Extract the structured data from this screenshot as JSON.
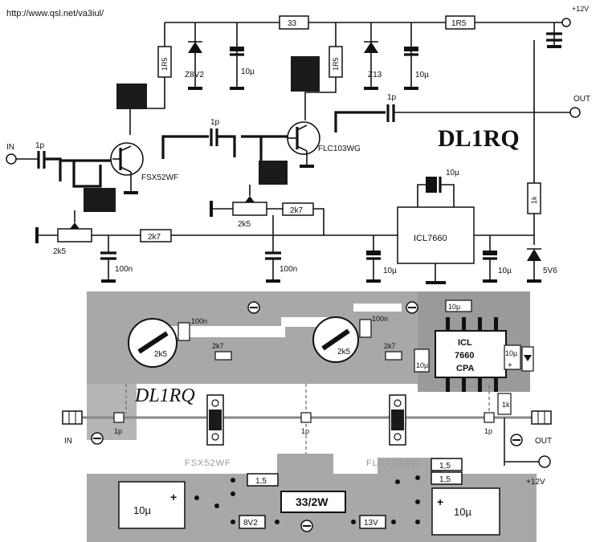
{
  "header": {
    "url": "http://www.qsl.net/va3iul/"
  },
  "schematic": {
    "title": "DL1RQ",
    "terminals": {
      "in": "IN",
      "out": "OUT",
      "vcc": "+12V"
    },
    "transistors": {
      "q1": "FSX52WF",
      "q2": "FLC103WG"
    },
    "resistors": {
      "r_33": "33",
      "r_1r5_right": "1R5",
      "r_1r5_q1": "1R5",
      "r_1r5_q2": "1R5",
      "r_2k7_mid": "2k7",
      "r_2k7_bottom": "2k7",
      "r_1k": "1k"
    },
    "pots": {
      "p1": "2k5",
      "p2": "2k5"
    },
    "zeners": {
      "z1": "Z8V2",
      "z2": "Z13",
      "z3": "5V6"
    },
    "capacitors": {
      "c_in": "1p",
      "c_mid": "1p",
      "c_out": "1p",
      "c_z1": "10µ",
      "c_z2": "10µ",
      "c_icl_top": "10µ",
      "c_icl_left": "10µ",
      "c_icl_right": "10µ",
      "c_100n_1": "100n",
      "c_100n_2": "100n"
    },
    "ic": "ICL7660"
  },
  "layout_board": {
    "title": "DL1RQ",
    "pots": {
      "p1": "2k5",
      "p2": "2k5"
    },
    "labels": {
      "in": "IN",
      "out": "OUT",
      "vcc": "+12V",
      "c_in": "1p",
      "c_mid": "1p",
      "c_out": "1p",
      "r_2k7_left": "2k7",
      "r_2k7_right": "2k7",
      "c_100n_left": "100n",
      "c_100n_right": "100n",
      "c_10u_icl_top": "10µ",
      "c_10u_icl_left": "10µ",
      "c_10u_icl_right": "10µ",
      "r_1k": "1k",
      "q1": "FSX52WF",
      "q2": "FLC103WG",
      "r_1_5_a": "1,5",
      "r_1_5_b": "1,5",
      "r_1_5_c": "1,5",
      "r_33_2w": "33/2W",
      "z_8v2": "8V2",
      "z_13v": "13V",
      "c_big_left": "10µ",
      "c_big_right": "10µ",
      "plus": "+"
    },
    "ic_lines": [
      "ICL",
      "7660",
      "CPA"
    ]
  }
}
